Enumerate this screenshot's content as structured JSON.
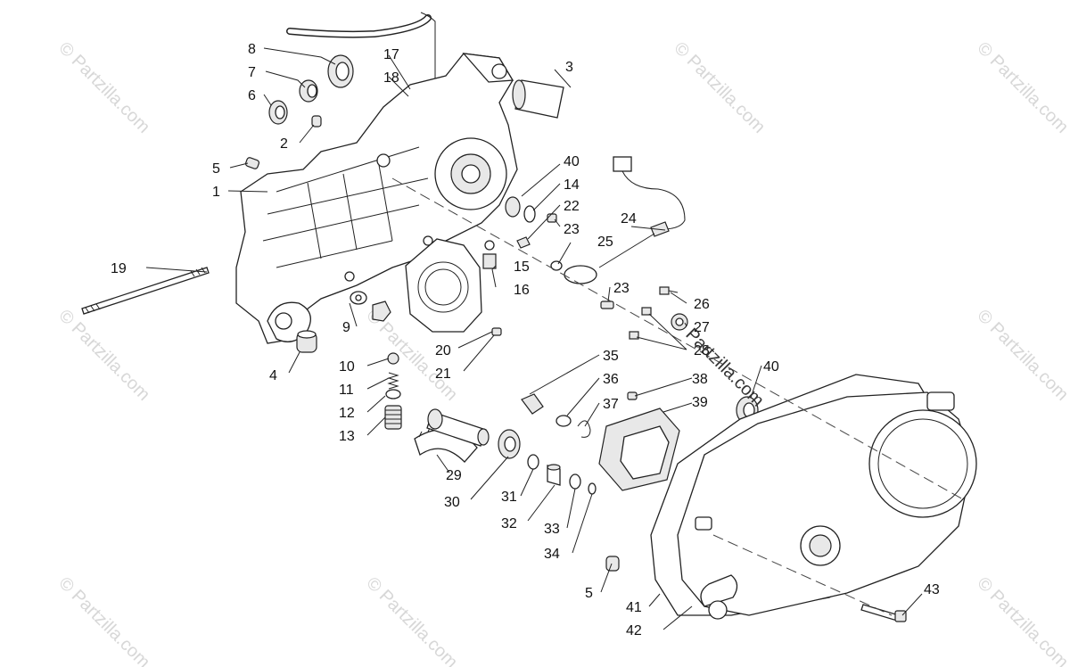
{
  "watermark": {
    "text": "© Partzilla.com",
    "center_text": "Partzilla.com"
  },
  "callouts": [
    {
      "id": "c1",
      "label": "1"
    },
    {
      "id": "c2",
      "label": "2"
    },
    {
      "id": "c3",
      "label": "3"
    },
    {
      "id": "c4",
      "label": "4"
    },
    {
      "id": "c5a",
      "label": "5"
    },
    {
      "id": "c5b",
      "label": "5"
    },
    {
      "id": "c6",
      "label": "6"
    },
    {
      "id": "c7",
      "label": "7"
    },
    {
      "id": "c8",
      "label": "8"
    },
    {
      "id": "c9",
      "label": "9"
    },
    {
      "id": "c10",
      "label": "10"
    },
    {
      "id": "c11",
      "label": "11"
    },
    {
      "id": "c12",
      "label": "12"
    },
    {
      "id": "c13",
      "label": "13"
    },
    {
      "id": "c14",
      "label": "14"
    },
    {
      "id": "c15",
      "label": "15"
    },
    {
      "id": "c16",
      "label": "16"
    },
    {
      "id": "c17",
      "label": "17"
    },
    {
      "id": "c18",
      "label": "18"
    },
    {
      "id": "c19",
      "label": "19"
    },
    {
      "id": "c20",
      "label": "20"
    },
    {
      "id": "c21",
      "label": "21"
    },
    {
      "id": "c22",
      "label": "22"
    },
    {
      "id": "c23a",
      "label": "23"
    },
    {
      "id": "c23b",
      "label": "23"
    },
    {
      "id": "c24",
      "label": "24"
    },
    {
      "id": "c25",
      "label": "25"
    },
    {
      "id": "c26",
      "label": "26"
    },
    {
      "id": "c27",
      "label": "27"
    },
    {
      "id": "c28",
      "label": "28"
    },
    {
      "id": "c29",
      "label": "29"
    },
    {
      "id": "c30",
      "label": "30"
    },
    {
      "id": "c31",
      "label": "31"
    },
    {
      "id": "c32",
      "label": "32"
    },
    {
      "id": "c33",
      "label": "33"
    },
    {
      "id": "c34",
      "label": "34"
    },
    {
      "id": "c35",
      "label": "35"
    },
    {
      "id": "c36",
      "label": "36"
    },
    {
      "id": "c37",
      "label": "37"
    },
    {
      "id": "c38",
      "label": "38"
    },
    {
      "id": "c39",
      "label": "39"
    },
    {
      "id": "c40a",
      "label": "40"
    },
    {
      "id": "c40b",
      "label": "40"
    },
    {
      "id": "c41",
      "label": "41"
    },
    {
      "id": "c42",
      "label": "42"
    },
    {
      "id": "c43",
      "label": "43"
    }
  ]
}
